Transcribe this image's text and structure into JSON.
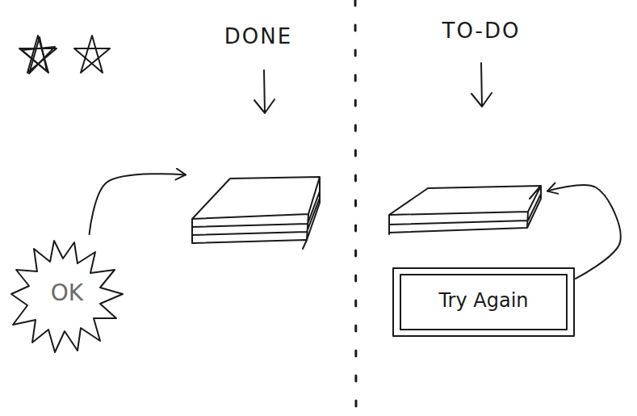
{
  "diagram": {
    "nodes": [
      {
        "text": [
          "DONE"
        ]
      },
      {
        "text": [
          "TO-DO"
        ]
      },
      {
        "text": [
          "OK"
        ]
      },
      {
        "text": [
          "Try Again"
        ]
      }
    ],
    "edges": [
      {
        "from": 2,
        "to": 0,
        "arrow": "to"
      },
      {
        "from": 3,
        "to": 1,
        "arrow": "to"
      }
    ]
  }
}
